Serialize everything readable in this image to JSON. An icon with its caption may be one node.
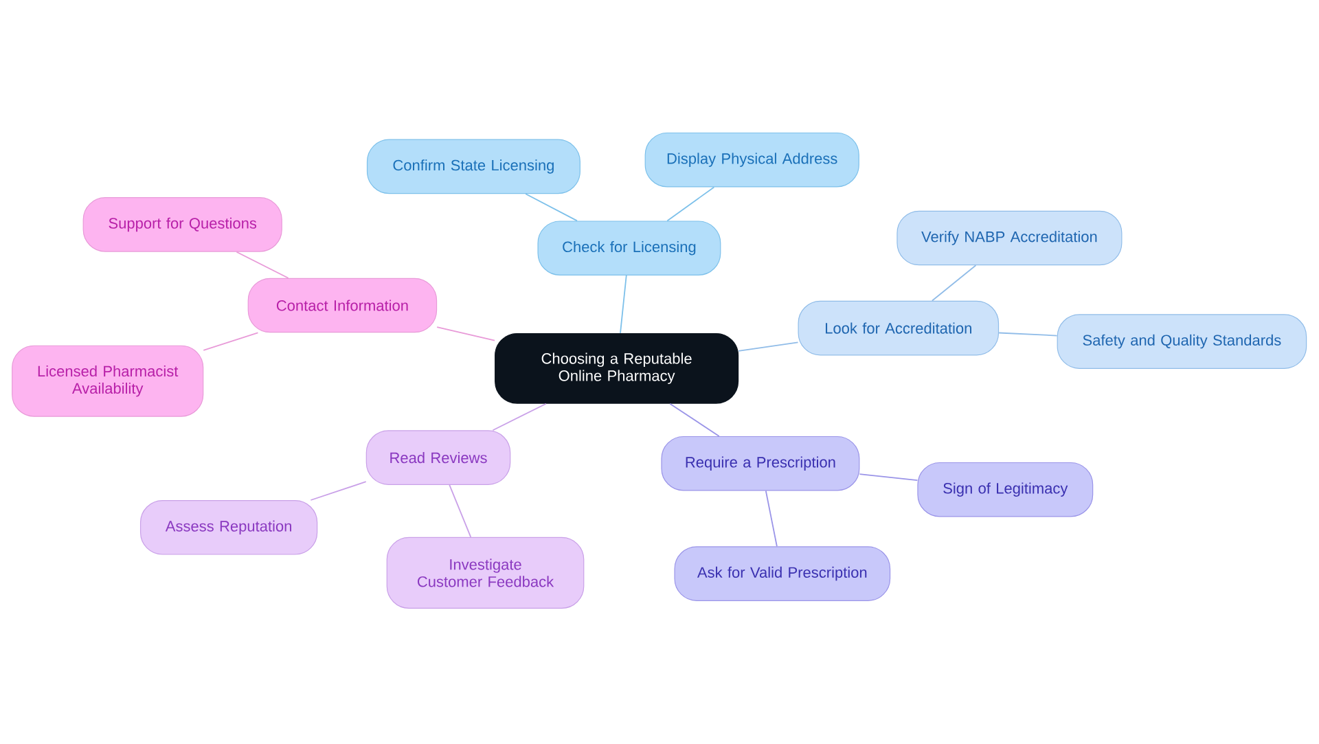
{
  "diagram": {
    "nodes": [
      {
        "text": [
          "Choosing a Reputable Online Pharmacy"
        ]
      },
      {
        "text": [
          "Check for Licensing"
        ]
      },
      {
        "text": [
          "Confirm State Licensing"
        ]
      },
      {
        "text": [
          "Display Physical Address"
        ]
      },
      {
        "text": [
          "Look for Accreditation"
        ]
      },
      {
        "text": [
          "Verify NABP Accreditation"
        ]
      },
      {
        "text": [
          "Safety and Quality Standards"
        ]
      },
      {
        "text": [
          "Require a Prescription"
        ]
      },
      {
        "text": [
          "Sign of Legitimacy"
        ]
      },
      {
        "text": [
          "Ask for Valid Prescription"
        ]
      },
      {
        "text": [
          "Read Reviews"
        ]
      },
      {
        "text": [
          "Assess Reputation"
        ]
      },
      {
        "text": [
          "Investigate Customer Feedback"
        ]
      },
      {
        "text": [
          "Contact Information"
        ]
      },
      {
        "text": [
          "Support for Questions"
        ]
      },
      {
        "text": [
          "Licensed Pharmacist Availability"
        ]
      }
    ],
    "edges": [
      {
        "from": 0,
        "to": 1,
        "arrow": "none",
        "color": "#7cc0ea"
      },
      {
        "from": 1,
        "to": 2,
        "arrow": "none",
        "color": "#7cc0ea"
      },
      {
        "from": 1,
        "to": 3,
        "arrow": "none",
        "color": "#7cc0ea"
      },
      {
        "from": 0,
        "to": 4,
        "arrow": "none",
        "color": "#90bce8"
      },
      {
        "from": 4,
        "to": 5,
        "arrow": "none",
        "color": "#90bce8"
      },
      {
        "from": 4,
        "to": 6,
        "arrow": "none",
        "color": "#90bce8"
      },
      {
        "from": 0,
        "to": 7,
        "arrow": "none",
        "color": "#9a94e8"
      },
      {
        "from": 7,
        "to": 8,
        "arrow": "none",
        "color": "#9a94e8"
      },
      {
        "from": 7,
        "to": 9,
        "arrow": "none",
        "color": "#9a94e8"
      },
      {
        "from": 0,
        "to": 10,
        "arrow": "none",
        "color": "#c9a0e8"
      },
      {
        "from": 10,
        "to": 11,
        "arrow": "none",
        "color": "#c9a0e8"
      },
      {
        "from": 10,
        "to": 12,
        "arrow": "none",
        "color": "#c9a0e8"
      },
      {
        "from": 0,
        "to": 13,
        "arrow": "none",
        "color": "#e89ad8"
      },
      {
        "from": 13,
        "to": 14,
        "arrow": "none",
        "color": "#e89ad8"
      },
      {
        "from": 13,
        "to": 15,
        "arrow": "none",
        "color": "#e89ad8"
      }
    ]
  }
}
